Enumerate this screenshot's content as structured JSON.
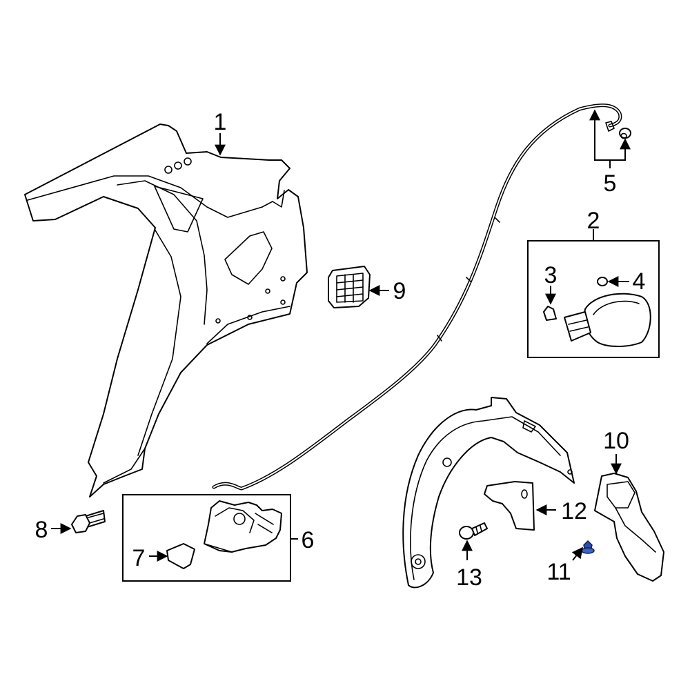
{
  "callouts": {
    "c1": "1",
    "c2": "2",
    "c3": "3",
    "c4": "4",
    "c5": "5",
    "c6": "6",
    "c7": "7",
    "c8": "8",
    "c9": "9",
    "c10": "10",
    "c11": "11",
    "c12": "12",
    "c13": "13"
  },
  "colors": {
    "line": "#000000",
    "background": "#ffffff",
    "fastener_11": "#2a4fb0"
  }
}
